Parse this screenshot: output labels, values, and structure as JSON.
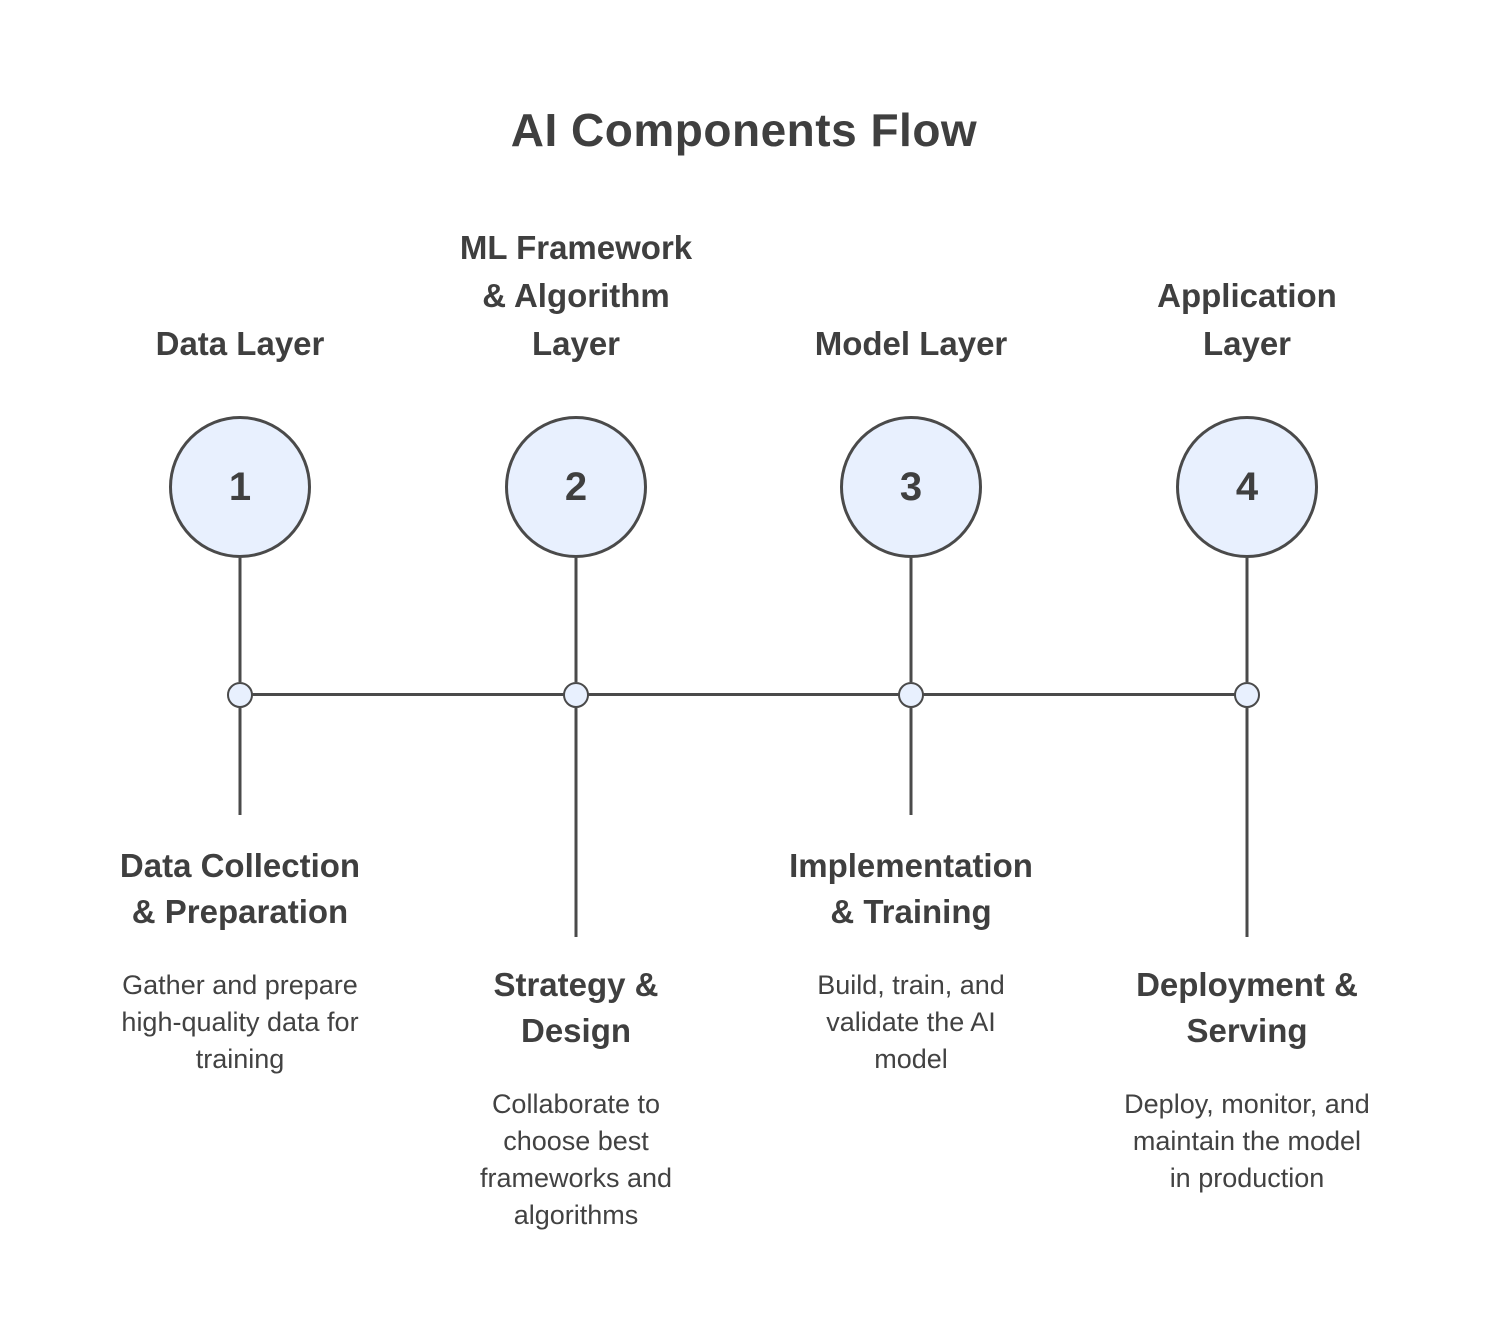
{
  "title": "AI Components Flow",
  "colors": {
    "background": "#ffffff",
    "title_text": "#3f3f3f",
    "heading_text": "#3f3f3f",
    "description_text": "#424242",
    "circle_fill": "#e8f0fe",
    "circle_stroke": "#4a4a4a",
    "line": "#4a4a4a"
  },
  "steps": [
    {
      "number": "1",
      "layer_label_lines": [
        "Data Layer"
      ],
      "heading_lines": [
        "Data Collection",
        "& Preparation"
      ],
      "description_lines": [
        "Gather and prepare",
        "high-quality data for",
        "training"
      ]
    },
    {
      "number": "2",
      "layer_label_lines": [
        "ML Framework",
        "& Algorithm",
        "Layer"
      ],
      "heading_lines": [
        "Strategy &",
        "Design"
      ],
      "description_lines": [
        "Collaborate to",
        "choose best",
        "frameworks and",
        "algorithms"
      ]
    },
    {
      "number": "3",
      "layer_label_lines": [
        "Model Layer"
      ],
      "heading_lines": [
        "Implementation",
        "& Training"
      ],
      "description_lines": [
        "Build, train, and",
        "validate the AI",
        "model"
      ]
    },
    {
      "number": "4",
      "layer_label_lines": [
        "Application",
        "Layer"
      ],
      "heading_lines": [
        "Deployment &",
        "Serving"
      ],
      "description_lines": [
        "Deploy, monitor, and",
        "maintain the model",
        "in production"
      ]
    }
  ]
}
